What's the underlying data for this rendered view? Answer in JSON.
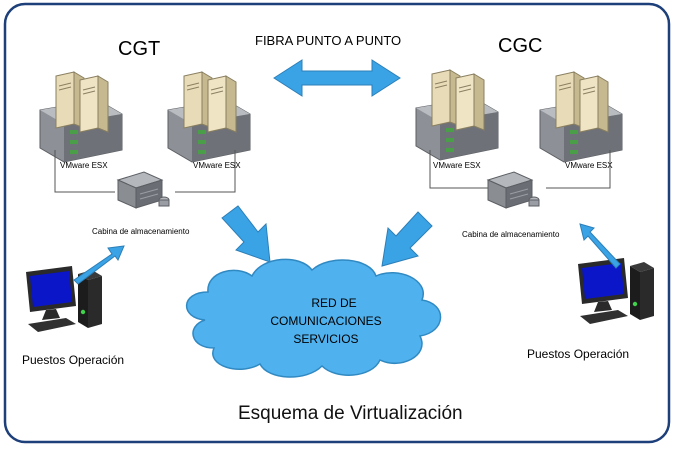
{
  "sites": {
    "left": "CGT",
    "right": "CGC"
  },
  "link_label": "FIBRA PUNTO A PUNTO",
  "server_label": "VMware ESX",
  "storage_label": "Cabina de almacenamiento",
  "network": {
    "line1": "RED DE",
    "line2": "COMUNICACIONES",
    "line3": "SERVICIOS"
  },
  "workstation_label": "Puestos Operación",
  "caption": "Esquema de Virtualización",
  "colors": {
    "frame": "#1d3f7a",
    "arrow": "#3aa3e6",
    "cloud": "#4fb1ee",
    "server_body": "#e8dcb8",
    "monitor_screen": "#0a16c8"
  },
  "icons": [
    "server-rack-icon",
    "storage-unit-icon",
    "workstation-icon",
    "cloud-icon",
    "double-arrow-icon",
    "arrow-icon"
  ]
}
